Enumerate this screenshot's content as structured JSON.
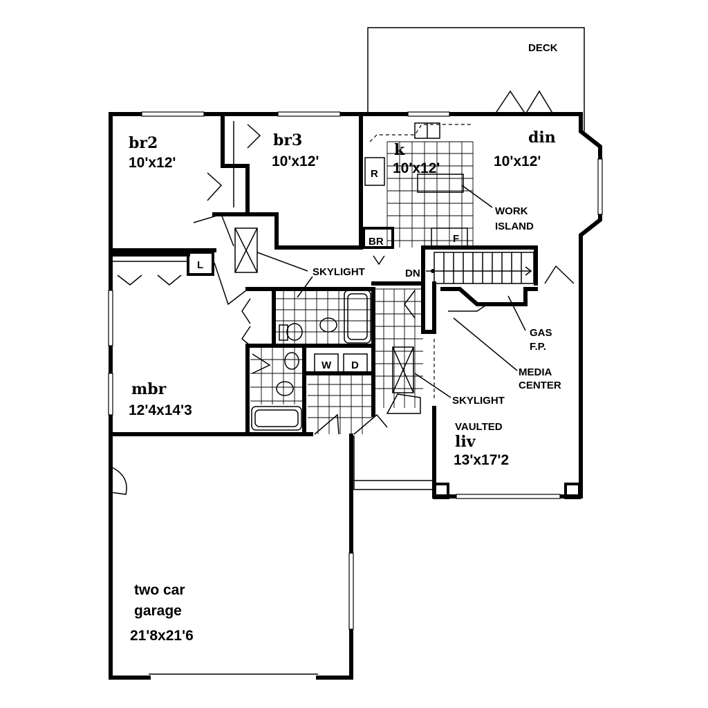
{
  "rooms": {
    "br2": {
      "name": "br2",
      "size": "10'x12'"
    },
    "br3": {
      "name": "br3",
      "size": "10'x12'"
    },
    "kitchen": {
      "name": "k",
      "size": "10'x12'"
    },
    "dining": {
      "name": "din",
      "size": "10'x12'"
    },
    "master": {
      "name": "mbr",
      "size": "12'4x14'3"
    },
    "living": {
      "prefix": "VAULTED",
      "name": "liv",
      "size": "13'x17'2"
    },
    "garage": {
      "line1": "two car",
      "line2": "garage",
      "size": "21'8x21'6"
    }
  },
  "labels": {
    "deck": "DECK",
    "work_island_1": "WORK",
    "work_island_2": "ISLAND",
    "skylight_hall": "SKYLIGHT",
    "skylight_bath": "SKYLIGHT",
    "stair_down": "DN",
    "broom": "BR",
    "linen": "L",
    "fridge": "R",
    "freezer": "F",
    "gas_fp_1": "GAS",
    "gas_fp_2": "F.P.",
    "media_center_1": "MEDIA",
    "media_center_2": "CENTER",
    "washer": "W",
    "dryer": "D"
  }
}
